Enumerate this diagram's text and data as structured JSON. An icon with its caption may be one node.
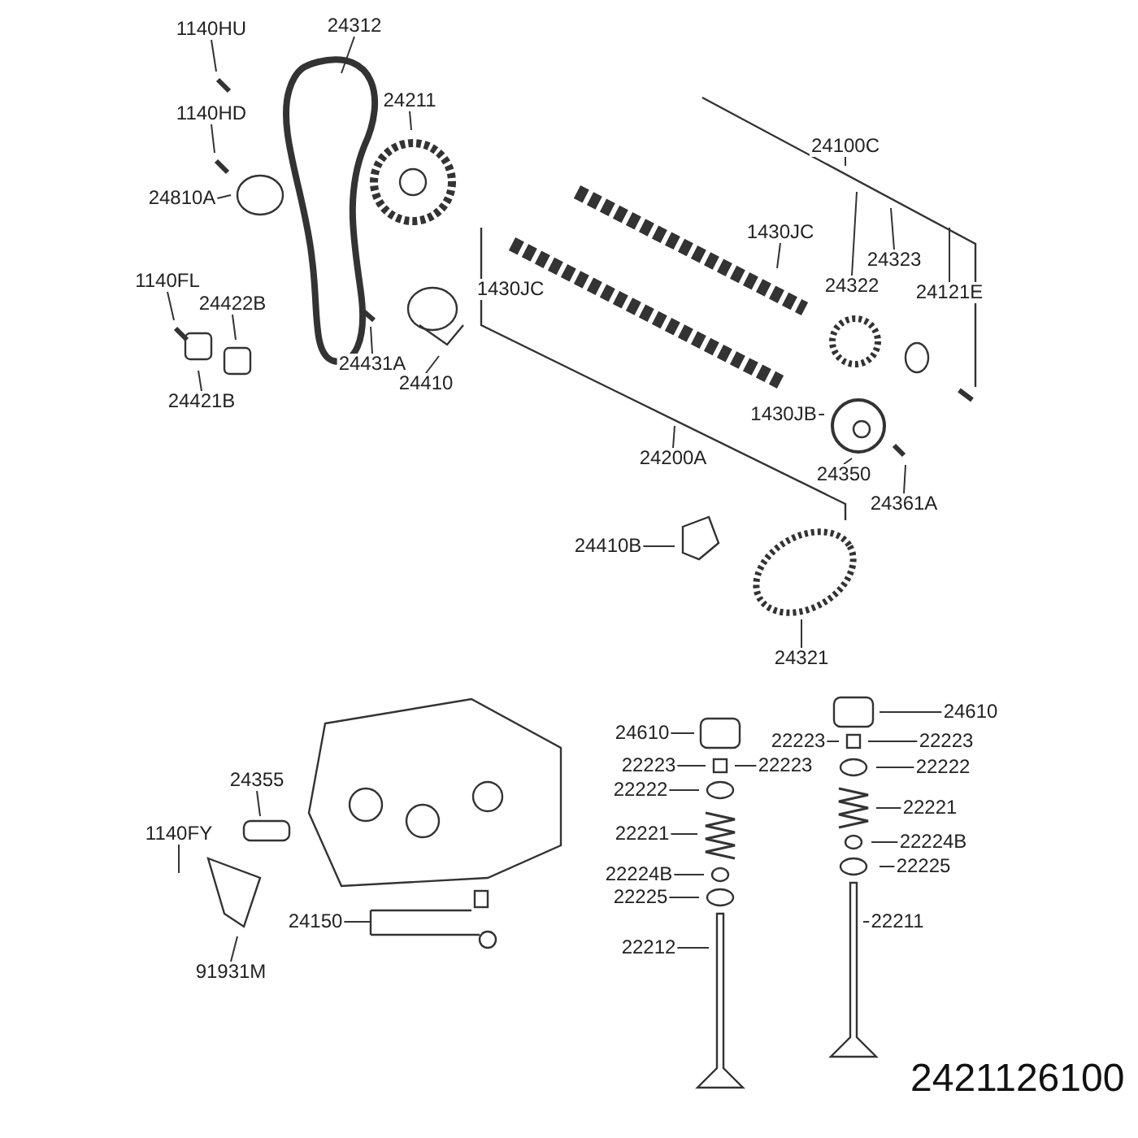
{
  "diagram": {
    "nodes": [
      {
        "text": [
          "1140HU"
        ]
      },
      {
        "text": [
          "24312"
        ]
      },
      {
        "text": [
          "1140HD"
        ]
      },
      {
        "text": [
          "24211"
        ]
      },
      {
        "text": [
          "24810A"
        ]
      },
      {
        "text": [
          "24100C"
        ]
      },
      {
        "text": [
          "1430JC"
        ]
      },
      {
        "text": [
          "1430JC"
        ]
      },
      {
        "text": [
          "24323"
        ]
      },
      {
        "text": [
          "24322"
        ]
      },
      {
        "text": [
          "24121E"
        ]
      },
      {
        "text": [
          "1140FL"
        ]
      },
      {
        "text": [
          "24422B"
        ]
      },
      {
        "text": [
          "24431A"
        ]
      },
      {
        "text": [
          "24410"
        ]
      },
      {
        "text": [
          "24421B"
        ]
      },
      {
        "text": [
          "1430JB"
        ]
      },
      {
        "text": [
          "24200A"
        ]
      },
      {
        "text": [
          "24350"
        ]
      },
      {
        "text": [
          "24361A"
        ]
      },
      {
        "text": [
          "24410B"
        ]
      },
      {
        "text": [
          "24321"
        ]
      },
      {
        "text": [
          "24610"
        ]
      },
      {
        "text": [
          "24610"
        ]
      },
      {
        "text": [
          "22223"
        ]
      },
      {
        "text": [
          "22223"
        ]
      },
      {
        "text": [
          "22223"
        ]
      },
      {
        "text": [
          "22223"
        ]
      },
      {
        "text": [
          "22222"
        ]
      },
      {
        "text": [
          "22222"
        ]
      },
      {
        "text": [
          "24355"
        ]
      },
      {
        "text": [
          "22221"
        ]
      },
      {
        "text": [
          "22221"
        ]
      },
      {
        "text": [
          "1140FY"
        ]
      },
      {
        "text": [
          "22224B"
        ]
      },
      {
        "text": [
          "22224B"
        ]
      },
      {
        "text": [
          "22225"
        ]
      },
      {
        "text": [
          "22225"
        ]
      },
      {
        "text": [
          "24150"
        ]
      },
      {
        "text": [
          "91931M"
        ]
      },
      {
        "text": [
          "22212"
        ]
      },
      {
        "text": [
          "22211"
        ]
      }
    ],
    "edges": [
      {
        "from": 0,
        "to": null,
        "arrow": "none"
      },
      {
        "from": 1,
        "to": null,
        "arrow": "none"
      },
      {
        "from": 2,
        "to": null,
        "arrow": "none"
      },
      {
        "from": 3,
        "to": null,
        "arrow": "none"
      },
      {
        "from": 4,
        "to": null,
        "arrow": "none"
      },
      {
        "from": 5,
        "to": null,
        "arrow": "none"
      },
      {
        "from": 6,
        "to": null,
        "arrow": "none"
      },
      {
        "from": 7,
        "to": null,
        "arrow": "none"
      },
      {
        "from": 8,
        "to": null,
        "arrow": "none"
      },
      {
        "from": 9,
        "to": null,
        "arrow": "none"
      },
      {
        "from": 10,
        "to": null,
        "arrow": "none"
      },
      {
        "from": 11,
        "to": null,
        "arrow": "none"
      },
      {
        "from": 12,
        "to": null,
        "arrow": "none"
      },
      {
        "from": 13,
        "to": null,
        "arrow": "none"
      },
      {
        "from": 14,
        "to": null,
        "arrow": "none"
      },
      {
        "from": 15,
        "to": null,
        "arrow": "none"
      },
      {
        "from": 16,
        "to": null,
        "arrow": "none"
      },
      {
        "from": 17,
        "to": null,
        "arrow": "none"
      },
      {
        "from": 18,
        "to": null,
        "arrow": "none"
      },
      {
        "from": 19,
        "to": null,
        "arrow": "none"
      },
      {
        "from": 20,
        "to": null,
        "arrow": "none"
      },
      {
        "from": 21,
        "to": null,
        "arrow": "none"
      },
      {
        "from": 22,
        "to": null,
        "arrow": "none"
      },
      {
        "from": 23,
        "to": null,
        "arrow": "none"
      },
      {
        "from": 24,
        "to": null,
        "arrow": "none"
      },
      {
        "from": 25,
        "to": null,
        "arrow": "none"
      },
      {
        "from": 26,
        "to": null,
        "arrow": "none"
      },
      {
        "from": 27,
        "to": null,
        "arrow": "none"
      },
      {
        "from": 28,
        "to": null,
        "arrow": "none"
      },
      {
        "from": 29,
        "to": null,
        "arrow": "none"
      },
      {
        "from": 30,
        "to": null,
        "arrow": "none"
      },
      {
        "from": 31,
        "to": null,
        "arrow": "none"
      },
      {
        "from": 32,
        "to": null,
        "arrow": "none"
      },
      {
        "from": 33,
        "to": null,
        "arrow": "none"
      },
      {
        "from": 34,
        "to": null,
        "arrow": "none"
      },
      {
        "from": 35,
        "to": null,
        "arrow": "none"
      },
      {
        "from": 36,
        "to": null,
        "arrow": "none"
      },
      {
        "from": 37,
        "to": null,
        "arrow": "none"
      },
      {
        "from": 38,
        "to": null,
        "arrow": "none"
      },
      {
        "from": 39,
        "to": null,
        "arrow": "none"
      },
      {
        "from": 40,
        "to": null,
        "arrow": "none"
      },
      {
        "from": 41,
        "to": null,
        "arrow": "none"
      }
    ],
    "labels": [
      "2421126100"
    ]
  }
}
